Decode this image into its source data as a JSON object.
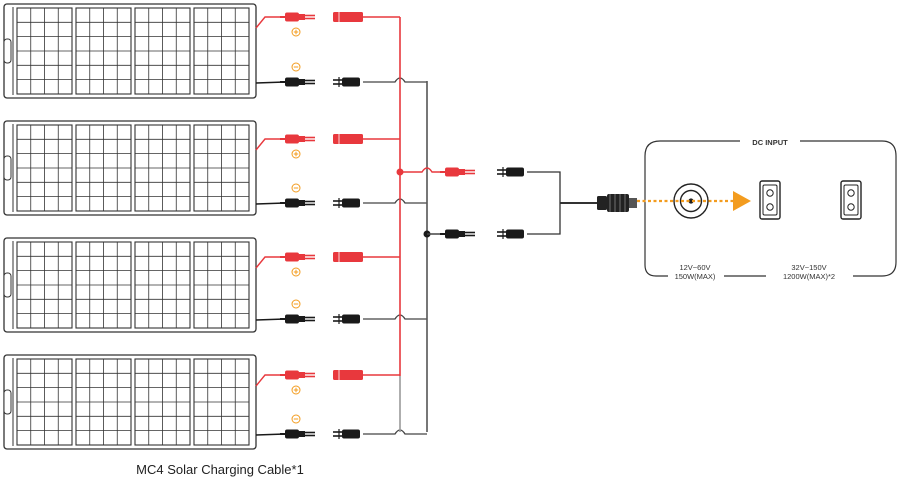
{
  "caption": "MC4 Solar Charging Cable*1",
  "dc_panel": {
    "title": "DC INPUT",
    "left_spec_line1": "12V~60V",
    "left_spec_line2": "150W(MAX)",
    "right_spec_line1": "32V~150V",
    "right_spec_line2": "1200W(MAX)*2"
  },
  "solar_panel_count": 4,
  "colors": {
    "positive": "#e8383d",
    "negative": "#1a1a1a",
    "arrow": "#f39c1f",
    "outline": "#333333",
    "wire_grey": "#9a9a9a"
  }
}
